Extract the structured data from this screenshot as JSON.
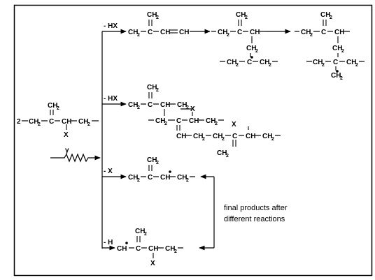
{
  "reactant": {
    "coefficient": "2",
    "chain": [
      "CH",
      "2",
      "C",
      "CH",
      "CH",
      "2"
    ],
    "x": "X",
    "radiation": "γ"
  },
  "common": {
    "ch2": "CH2",
    "ch": "CH",
    "c": "C",
    "x": "X",
    "h2": "2"
  },
  "pathways": [
    {
      "label": "- HX"
    },
    {
      "label": "- HX"
    },
    {
      "label": "- X"
    },
    {
      "label": "- H"
    }
  ],
  "note": {
    "line1": "final products after",
    "line2": "different reactions"
  }
}
